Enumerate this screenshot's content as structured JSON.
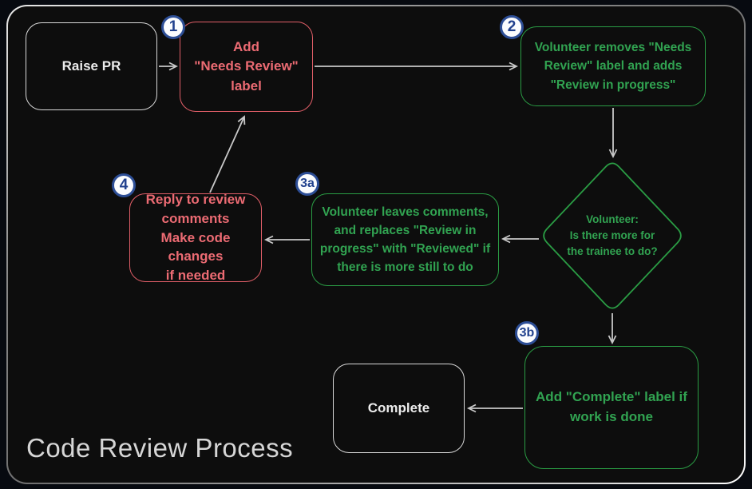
{
  "title": "Code Review Process",
  "colors": {
    "background": "#0d0d0d",
    "red_node": "#df5e67",
    "green_node": "#2a9c44",
    "neutral_node": "#d9d9d9",
    "badge_border": "#2d4e96",
    "badge_text": "#21418e",
    "arrow": "#c8c8c8"
  },
  "nodes": {
    "raise_pr": {
      "label": "Raise PR"
    },
    "add_needs_review": {
      "badge": "1",
      "label": "Add\n\"Needs Review\"\nlabel"
    },
    "volunteer_removes": {
      "badge": "2",
      "label": "Volunteer removes \"Needs\nReview\" label and adds\n\"Review in progress\""
    },
    "decision": {
      "label": "Volunteer:\nIs there more for\nthe trainee to do?"
    },
    "volunteer_leaves_comments": {
      "badge": "3a",
      "label": "Volunteer leaves comments,\nand replaces \"Review in\nprogress\" with \"Reviewed\" if\nthere is more still to do"
    },
    "reply_to_review": {
      "badge": "4",
      "label": "Reply to review\ncomments\nMake code changes\nif needed"
    },
    "add_complete_label": {
      "badge": "3b",
      "label": "Add \"Complete\" label if\nwork is done"
    },
    "complete": {
      "label": "Complete"
    }
  }
}
